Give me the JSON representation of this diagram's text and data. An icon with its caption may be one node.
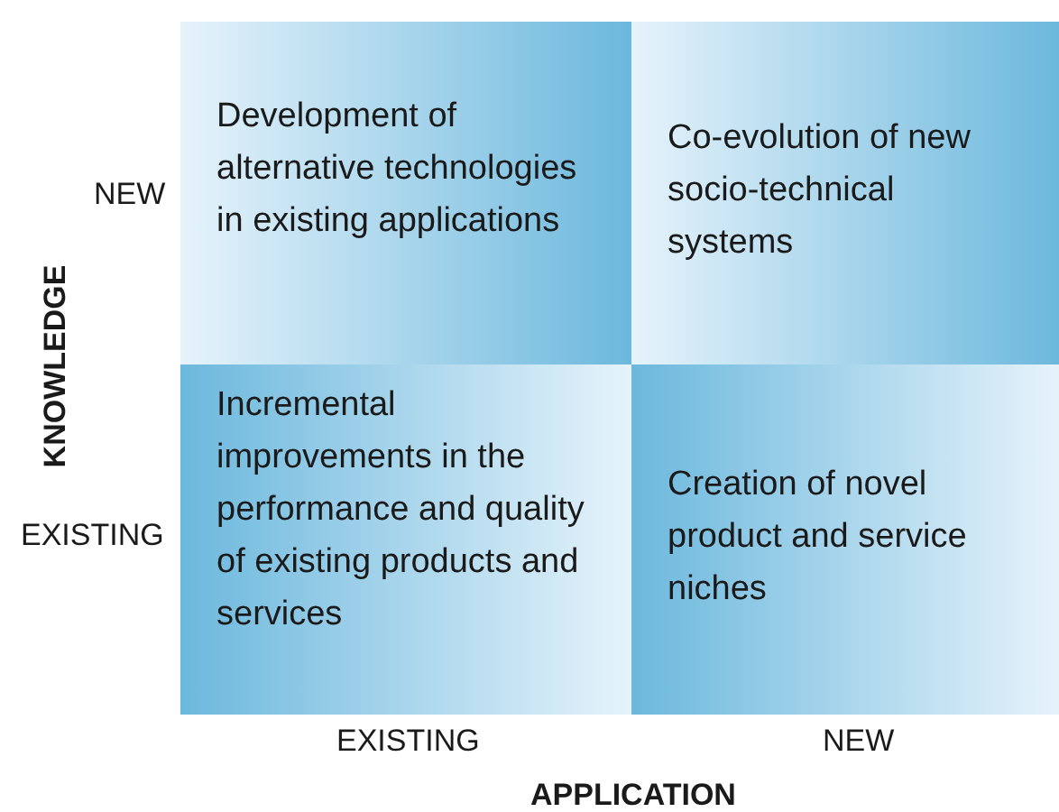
{
  "diagram": {
    "nodes": [
      {
        "text": [
          "Development of alternative technologies in existing applications"
        ]
      },
      {
        "text": [
          "Co-evolution of new socio-technical systems"
        ]
      },
      {
        "text": [
          "Incremental improvements in the performance and quality of existing products and services"
        ]
      },
      {
        "text": [
          "Creation of novel product and service niches"
        ]
      }
    ],
    "labels": [
      "NEW",
      "KNOWLEDGE",
      "EXISTING",
      "EXISTING",
      "NEW",
      "APPLICATION"
    ]
  }
}
